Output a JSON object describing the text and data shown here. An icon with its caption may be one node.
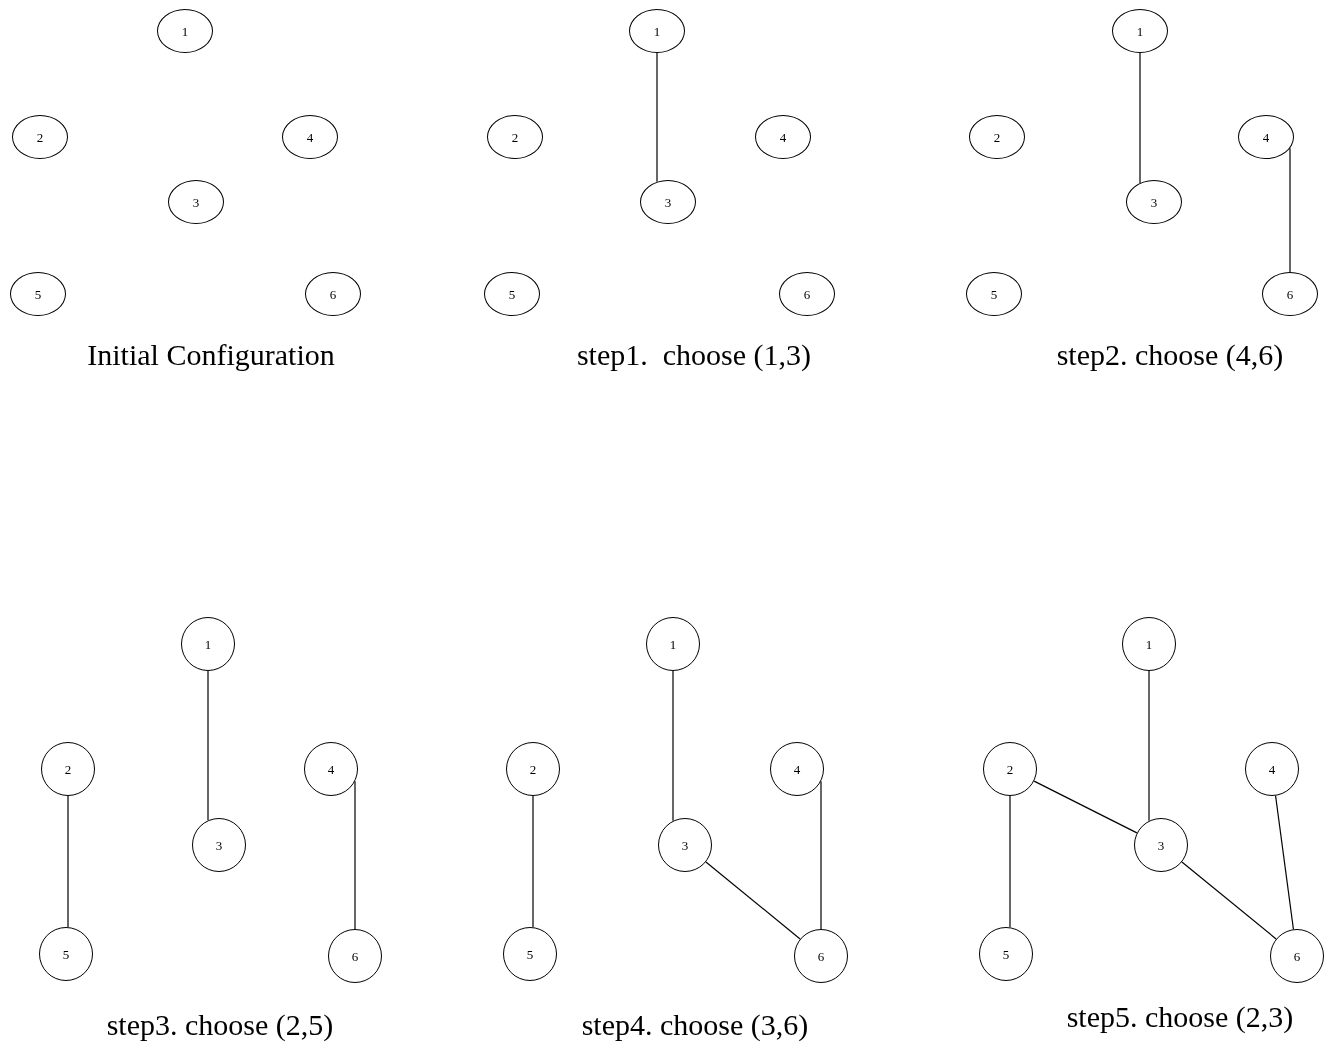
{
  "diagram": {
    "nodes": [
      {
        "text": [
          "1"
        ]
      },
      {
        "text": [
          "2"
        ]
      },
      {
        "text": [
          "4"
        ]
      },
      {
        "text": [
          "3"
        ]
      },
      {
        "text": [
          "5"
        ]
      },
      {
        "text": [
          "6"
        ]
      },
      {
        "text": [
          "1"
        ]
      },
      {
        "text": [
          "2"
        ]
      },
      {
        "text": [
          "4"
        ]
      },
      {
        "text": [
          "3"
        ]
      },
      {
        "text": [
          "5"
        ]
      },
      {
        "text": [
          "6"
        ]
      },
      {
        "text": [
          "1"
        ]
      },
      {
        "text": [
          "2"
        ]
      },
      {
        "text": [
          "4"
        ]
      },
      {
        "text": [
          "3"
        ]
      },
      {
        "text": [
          "5"
        ]
      },
      {
        "text": [
          "6"
        ]
      },
      {
        "text": [
          "1"
        ]
      },
      {
        "text": [
          "2"
        ]
      },
      {
        "text": [
          "4"
        ]
      },
      {
        "text": [
          "3"
        ]
      },
      {
        "text": [
          "5"
        ]
      },
      {
        "text": [
          "6"
        ]
      },
      {
        "text": [
          "1"
        ]
      },
      {
        "text": [
          "2"
        ]
      },
      {
        "text": [
          "4"
        ]
      },
      {
        "text": [
          "3"
        ]
      },
      {
        "text": [
          "5"
        ]
      },
      {
        "text": [
          "6"
        ]
      },
      {
        "text": [
          "1"
        ]
      },
      {
        "text": [
          "2"
        ]
      },
      {
        "text": [
          "4"
        ]
      },
      {
        "text": [
          "3"
        ]
      },
      {
        "text": [
          "5"
        ]
      },
      {
        "text": [
          "6"
        ]
      }
    ],
    "edges": [
      {
        "from": 6,
        "to": 9,
        "arrow": "none"
      },
      {
        "from": 12,
        "to": 15,
        "arrow": "none"
      },
      {
        "from": 14,
        "to": 17,
        "arrow": "none"
      },
      {
        "from": 18,
        "to": 21,
        "arrow": "none"
      },
      {
        "from": 20,
        "to": 23,
        "arrow": "none"
      },
      {
        "from": 19,
        "to": 22,
        "arrow": "none"
      },
      {
        "from": 24,
        "to": 27,
        "arrow": "none"
      },
      {
        "from": 26,
        "to": 29,
        "arrow": "none"
      },
      {
        "from": 25,
        "to": 28,
        "arrow": "none"
      },
      {
        "from": 27,
        "to": 29,
        "arrow": "none"
      },
      {
        "from": 30,
        "to": 33,
        "arrow": "none"
      },
      {
        "from": 32,
        "to": 35,
        "arrow": "none"
      },
      {
        "from": 31,
        "to": 34,
        "arrow": "none"
      },
      {
        "from": 33,
        "to": 35,
        "arrow": "none"
      },
      {
        "from": 31,
        "to": 33,
        "arrow": "none"
      }
    ],
    "labels": [
      "Initial Configuration",
      "step1.  choose (1,3)",
      "step2. choose (4,6)",
      "step3. choose (2,5)",
      "step4. choose (3,6)",
      "step5. choose (2,3)"
    ]
  }
}
